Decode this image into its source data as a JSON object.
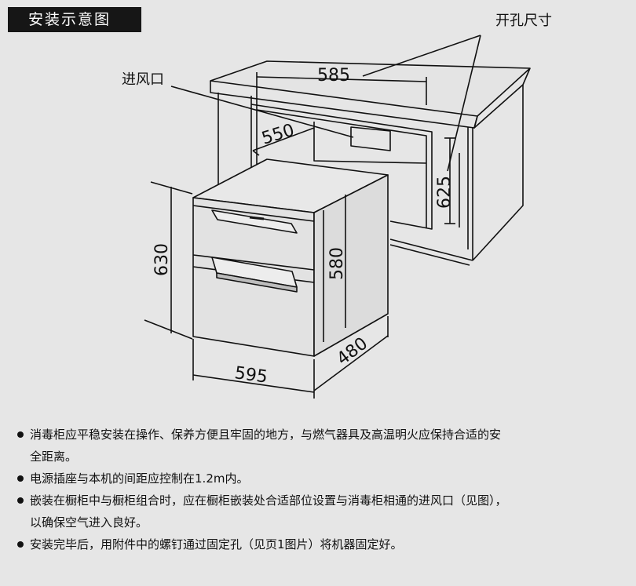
{
  "header": {
    "title": "安装示意图"
  },
  "diagram": {
    "labels": {
      "cutout_size": "开孔尺寸",
      "air_inlet": "进风口"
    },
    "dimensions": {
      "cutout_width": "585",
      "cutout_depth": "550",
      "cutout_height": "625",
      "unit_height": "630",
      "unit_inner_height": "580",
      "unit_depth": "480",
      "unit_width": "595"
    }
  },
  "notes": [
    {
      "line1": "消毒柜应平稳安装在操作、保养方便且牢固的地方，与燃气器具及高温明火应保持合适的安",
      "line2": "全距离。"
    },
    {
      "line1": "电源插座与本机的间距应控制在1.2m内。",
      "line2": ""
    },
    {
      "line1": "嵌装在橱柜中与橱柜组合时，应在橱柜嵌装处合适部位设置与消毒柜相通的进风口（见图），",
      "line2": "以确保空气进入良好。"
    },
    {
      "line1": "安装完毕后，用附件中的螺钉通过固定孔（见页1图片）将机器固定好。",
      "line2": ""
    }
  ]
}
